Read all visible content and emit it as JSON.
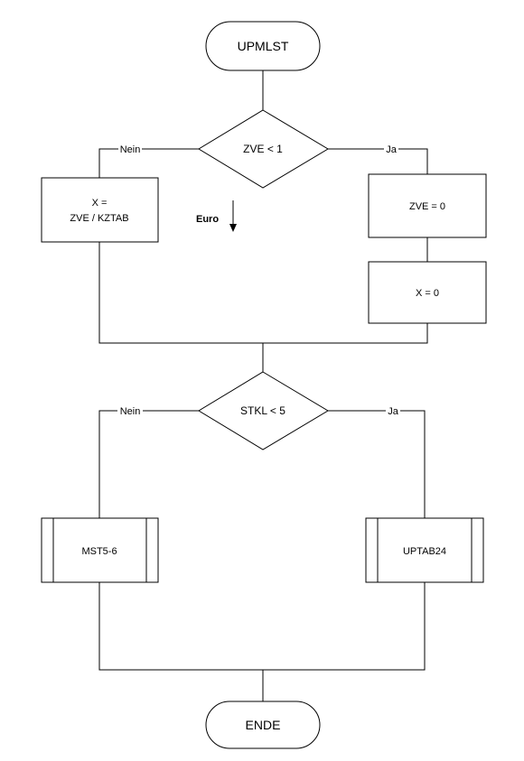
{
  "diagram": {
    "start_label": "UPMLST",
    "end_label": "ENDE",
    "decision1": {
      "label": "ZVE < 1",
      "no_label": "Nein",
      "yes_label": "Ja"
    },
    "process_no1": {
      "line1": "X =",
      "line2": "ZVE / KZTAB"
    },
    "process_yes1a": "ZVE = 0",
    "process_yes1b": "X = 0",
    "unit_note": "Euro",
    "decision2": {
      "label": "STKL < 5",
      "no_label": "Nein",
      "yes_label": "Ja"
    },
    "subprocess_no2": "MST5-6",
    "subprocess_yes2": "UPTAB24"
  }
}
